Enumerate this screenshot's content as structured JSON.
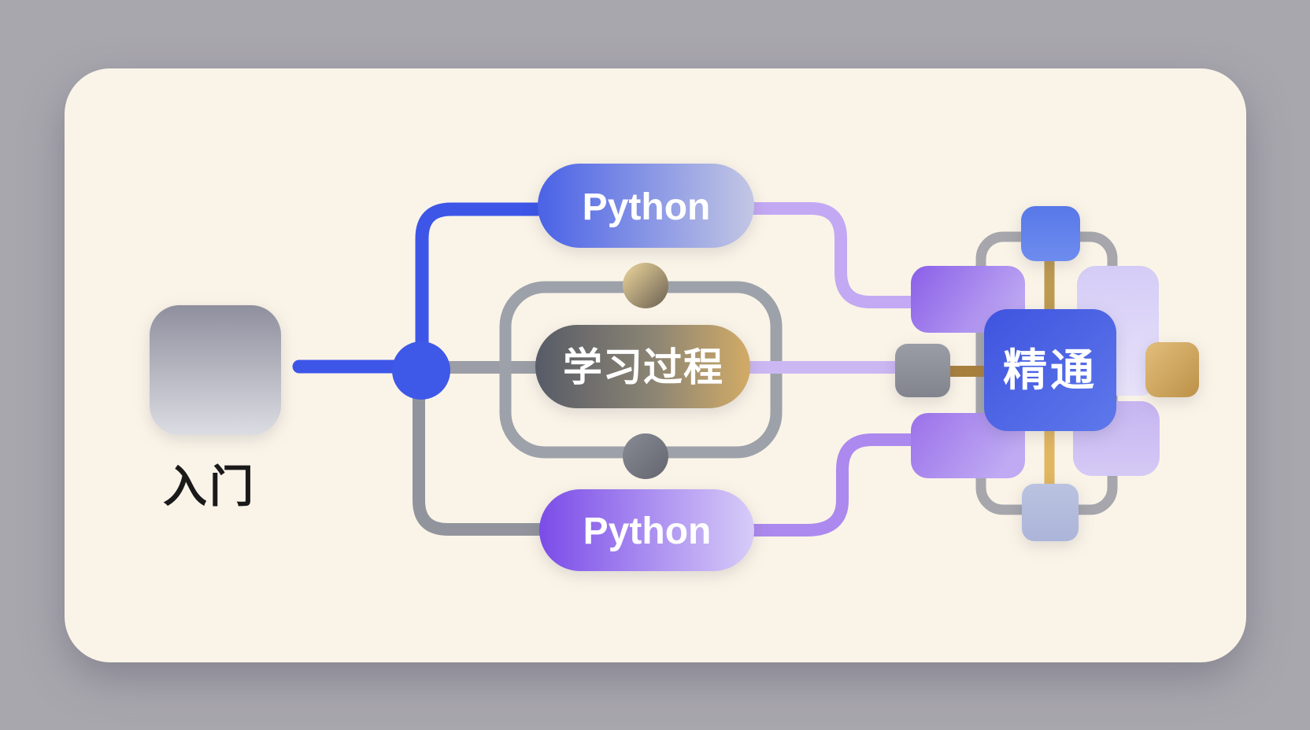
{
  "background_color": "#A9A7AE",
  "card_color": "#FAF4E8",
  "nodes": {
    "start": {
      "label": "入门",
      "shape": "rounded-square",
      "fill": "gray-gradient"
    },
    "python_top": {
      "label": "Python",
      "shape": "pill",
      "fill": "blue-to-lavender"
    },
    "process": {
      "label": "学习过程",
      "shape": "pill",
      "fill": "slate-to-gold"
    },
    "python_bottom": {
      "label": "Python",
      "shape": "pill",
      "fill": "purple-to-lavender"
    },
    "mastery": {
      "label": "精通",
      "shape": "rounded-square",
      "fill": "blue-gradient"
    }
  },
  "edges": [
    {
      "from": "start",
      "to": "junction",
      "color": "#3D56E8"
    },
    {
      "from": "junction",
      "to": "python_top",
      "color": "#3D56E8"
    },
    {
      "from": "junction",
      "to": "process",
      "color": "#9B9EA6"
    },
    {
      "from": "junction",
      "to": "python_bottom",
      "color": "#9B9EA6"
    },
    {
      "from": "python_top",
      "to": "mastery_cluster",
      "color": "#C3A9F3"
    },
    {
      "from": "process",
      "to": "mastery_cluster",
      "color": "#CBB8F3"
    },
    {
      "from": "python_bottom",
      "to": "mastery_cluster",
      "color": "#AC89EE"
    }
  ],
  "palette": {
    "accent_blue": "#3D56E8",
    "junction_blue": "#3E58E8",
    "line_gray": "#9B9EA6",
    "loop_outline_gray": "#9DA1A9",
    "cluster_frame_gray": "#A6A6AC",
    "purple": "#8D63E9",
    "lavender_line": "#CBB8F3",
    "gold": "#C9A254",
    "dark_tan": "#A8813F",
    "dark_slate": "#565A66",
    "text_dark": "#1A1A1A",
    "text_light": "#FFFFFF"
  }
}
